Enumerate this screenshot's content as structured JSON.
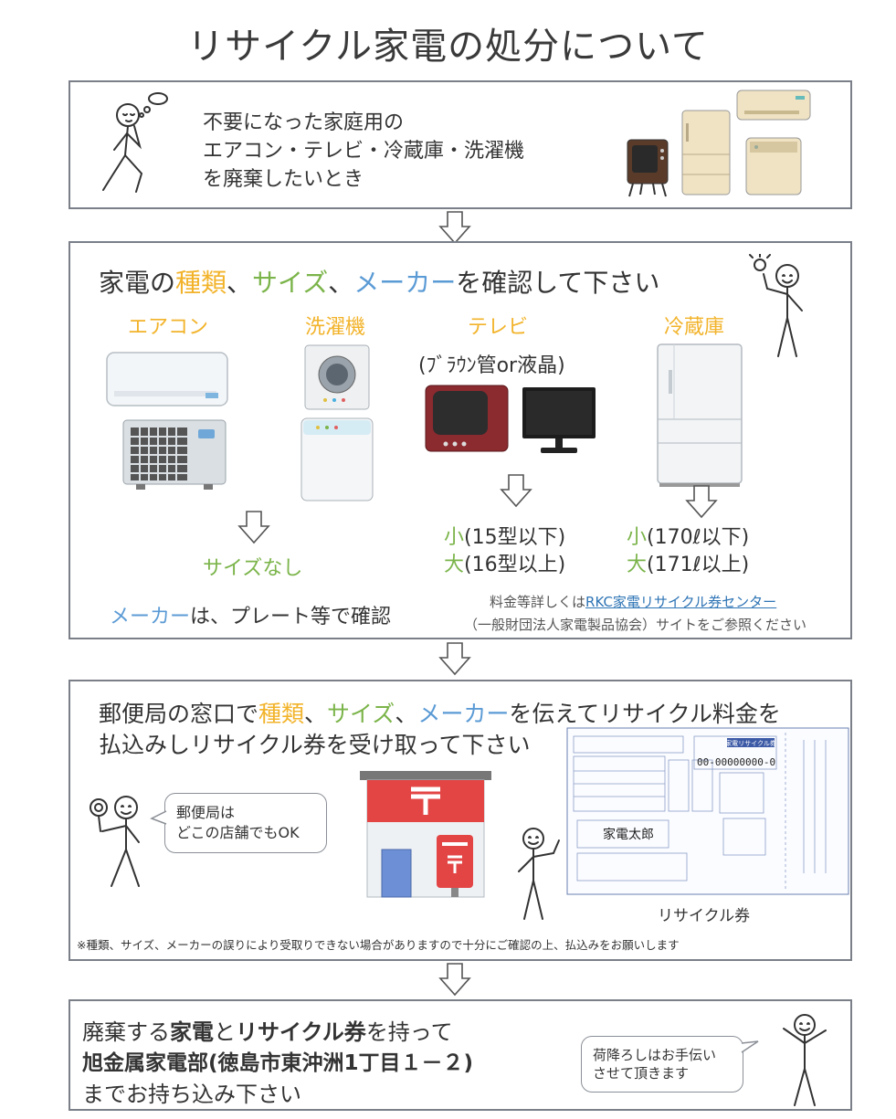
{
  "title": "リサイクル家電の処分について",
  "step1": {
    "line1": "不要になった家庭用の",
    "line2": "エアコン・テレビ・冷蔵庫・洗濯機",
    "line3": "を廃棄したいとき"
  },
  "step2": {
    "heading_pre": "家電の",
    "heading_kind": "種類",
    "heading_sep1": "、",
    "heading_size": "サイズ",
    "heading_sep2": "、",
    "heading_maker": "メーカー",
    "heading_post": "を確認して下さい",
    "cat_aircon": "エアコン",
    "cat_washer": "洗濯機",
    "cat_tv": "テレビ",
    "cat_fridge": "冷蔵庫",
    "tv_note": "(ﾌﾞﾗｳﾝ管or液晶)",
    "tv_small_k": "小",
    "tv_small": "(15型以下)",
    "tv_large_k": "大",
    "tv_large": "(16型以上)",
    "fridge_small_k": "小",
    "fridge_small": "(170ℓ以下)",
    "fridge_large_k": "大",
    "fridge_large": "(171ℓ以上)",
    "no_size": "サイズなし",
    "maker_pre": "メーカー",
    "maker_post": "は、プレート等で確認",
    "fee_pre": "料金等詳しくは",
    "fee_link": "RKC家電リサイクル券センター",
    "fee_line2": "（一般財団法人家電製品協会）サイトをご参照ください"
  },
  "step3": {
    "line1_pre": "郵便局の窓口で",
    "kind": "種類",
    "sep1": "、",
    "size": "サイズ",
    "sep2": "、",
    "maker": "メーカー",
    "line1_post": "を伝えてリサイクル料金を",
    "line2": "払込みしリサイクル券を受け取って下さい",
    "bubble_line1": "郵便局は",
    "bubble_line2": "どこの店舗でもOK",
    "ticket_caption": "リサイクル券",
    "ticket_title": "家電リサイクル券",
    "ticket_number": "00-00000000-0",
    "ticket_name": "家電太郎",
    "note": "※種類、サイズ、メーカーの誤りにより受取りできない場合がありますので十分にご確認の上、払込みをお願いします"
  },
  "step4": {
    "l1_a": "廃棄する",
    "l1_b": "家電",
    "l1_c": "と",
    "l1_d": "リサイクル券",
    "l1_e": "を持って",
    "line2": "旭金属家電部(徳島市東沖洲1丁目１－２)",
    "line3": "までお持ち込み下さい",
    "bubble_line1": "荷降ろしはお手伝い",
    "bubble_line2": "させて頂きます"
  }
}
